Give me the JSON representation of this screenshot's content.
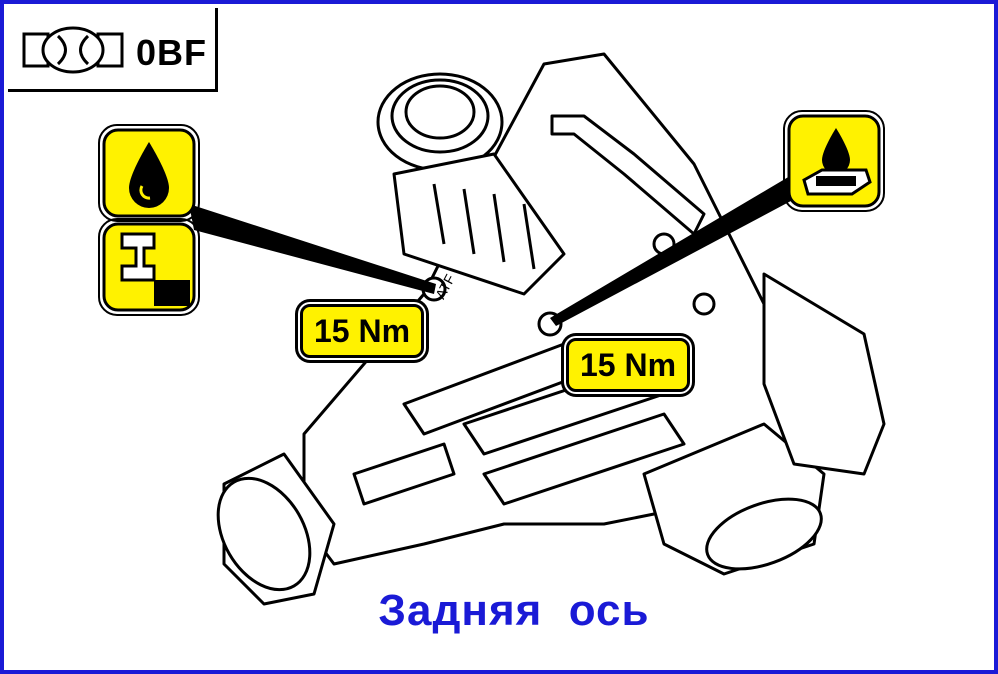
{
  "header": {
    "gearbox_code": "0BF",
    "axle_icon": "axle-housing-icon"
  },
  "callouts": {
    "left_torque": "15 Nm",
    "right_torque": "15 Nm",
    "drain_plug_marking": "ATF",
    "left_icons": [
      "oil-drop-icon",
      "fill-level-icon"
    ],
    "right_icon": "oil-drip-on-pad-icon"
  },
  "caption": "Задняя  ось",
  "colors": {
    "frame_border": "#1a1ad6",
    "caption_text": "#1a1ad6",
    "callout_fill": "#fff200",
    "line_art": "#000000"
  }
}
